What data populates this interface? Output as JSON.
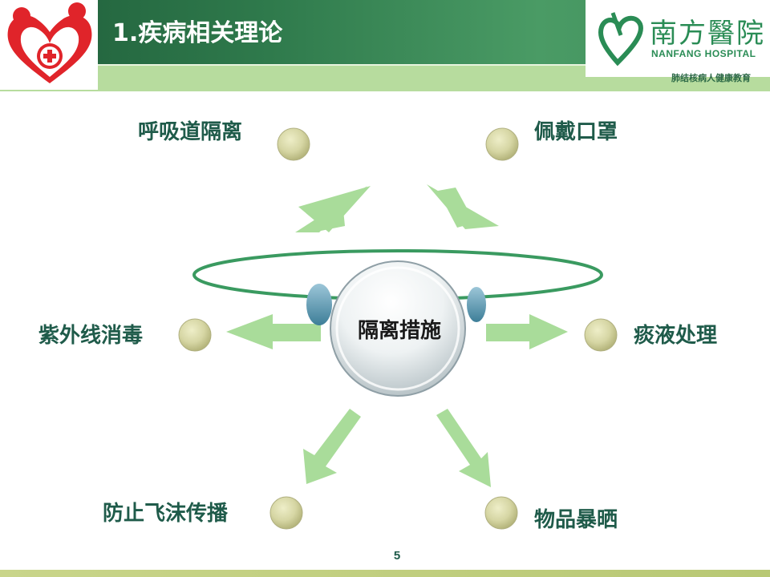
{
  "header": {
    "title": "1.疾病相关理论",
    "hospital_name_cn": "南方醫院",
    "hospital_name_en": "NANFANG HOSPITAL",
    "subtitle": "肺结核病人健康教育"
  },
  "diagram": {
    "center": "隔离措施",
    "nodes": {
      "top_left": "呼吸道隔离",
      "top_right": "佩戴口罩",
      "middle_left": "紫外线消毒",
      "middle_right": "痰液处理",
      "bottom_left": "防止飞沫传播",
      "bottom_right": "物品暴晒"
    }
  },
  "footer": {
    "page_number": "5"
  },
  "colors": {
    "header_green": "#2f7a4c",
    "arrow_green": "#a9dc9a",
    "ring_green": "#3a9a60",
    "node_dot": "#cfd09a",
    "label_text": "#1f5b4a"
  },
  "icons": {
    "logo": "heart-cross-logo",
    "hospital": "nanfang-heart-logo"
  }
}
